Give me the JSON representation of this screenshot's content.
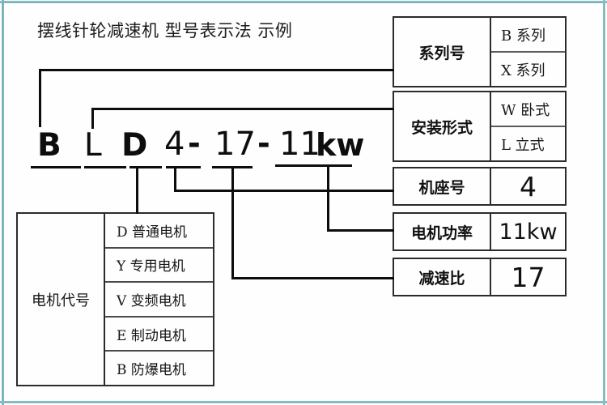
{
  "title": "摆线针轮减速机 型号表示法  示例",
  "model_code": {
    "segments": [
      {
        "id": "series",
        "text": "B",
        "weight": "heavy"
      },
      {
        "id": "mounting",
        "text": "L",
        "weight": "thin"
      },
      {
        "id": "motor",
        "text": "D",
        "weight": "heavy"
      },
      {
        "id": "frame",
        "text": "4",
        "weight": "thin"
      },
      {
        "id": "dash1",
        "text": "-",
        "weight": "thin"
      },
      {
        "id": "ratio",
        "text": "17",
        "weight": "thin"
      },
      {
        "id": "dash2",
        "text": "-",
        "weight": "thin"
      },
      {
        "id": "power_num",
        "text": "11",
        "weight": "thin"
      },
      {
        "id": "power_unit",
        "text": "kw",
        "weight": "heavy"
      }
    ],
    "full": "BLD4-17-11kw"
  },
  "panels": [
    {
      "id": "series",
      "label": "系列号",
      "options": [
        "B 系列",
        "X 系列"
      ]
    },
    {
      "id": "mounting",
      "label": "安装形式",
      "options": [
        "W 卧式",
        "L 立式"
      ]
    },
    {
      "id": "frame_no",
      "label": "机座号",
      "value": "4"
    },
    {
      "id": "motor_power",
      "label": "电机功率",
      "value": "11kw"
    },
    {
      "id": "reduction_ratio",
      "label": "减速比",
      "value": "17"
    }
  ],
  "motor_table": {
    "label": "电机代号",
    "rows": [
      "D 普通电机",
      "Y 专用电机",
      "V 变频电机",
      "E 制动电机",
      "B 防爆电机"
    ]
  },
  "colors": {
    "ink": "#0d0d0d",
    "frame_teal": "#4e9aa2",
    "background": "#fefefe"
  }
}
